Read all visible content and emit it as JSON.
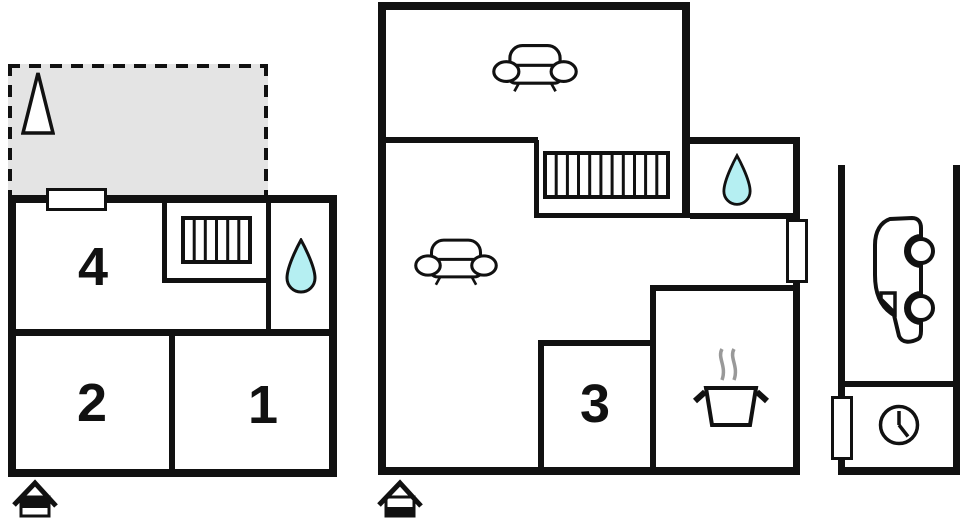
{
  "page": {
    "background": "#ffffff",
    "kind": "holiday-home floor plan"
  },
  "colors": {
    "wall": "#111111",
    "line": "#111111",
    "water_fill": "#b5eff2",
    "terrace_fill": "#e4e4e4",
    "steam": "#999999"
  },
  "plans": {
    "upper_floor": {
      "rooms": [
        {
          "id": "room-4",
          "label": "4"
        },
        {
          "id": "room-2",
          "label": "2"
        },
        {
          "id": "room-1",
          "label": "1"
        }
      ],
      "features": [
        "terrace",
        "tree-icon",
        "window-icon",
        "stairs-icon",
        "water-drop-icon",
        "house-entrance-icon-upper"
      ]
    },
    "ground_floor": {
      "rooms": [
        {
          "id": "room-3",
          "label": "3"
        }
      ],
      "features": [
        "sofa-icon",
        "sofa-icon",
        "stairs-icon",
        "water-drop-icon",
        "door-icon",
        "pot-steam-icon",
        "house-entrance-icon-ground"
      ]
    },
    "garage": {
      "features": [
        "car-icon",
        "door-icon",
        "clock-icon"
      ]
    }
  }
}
